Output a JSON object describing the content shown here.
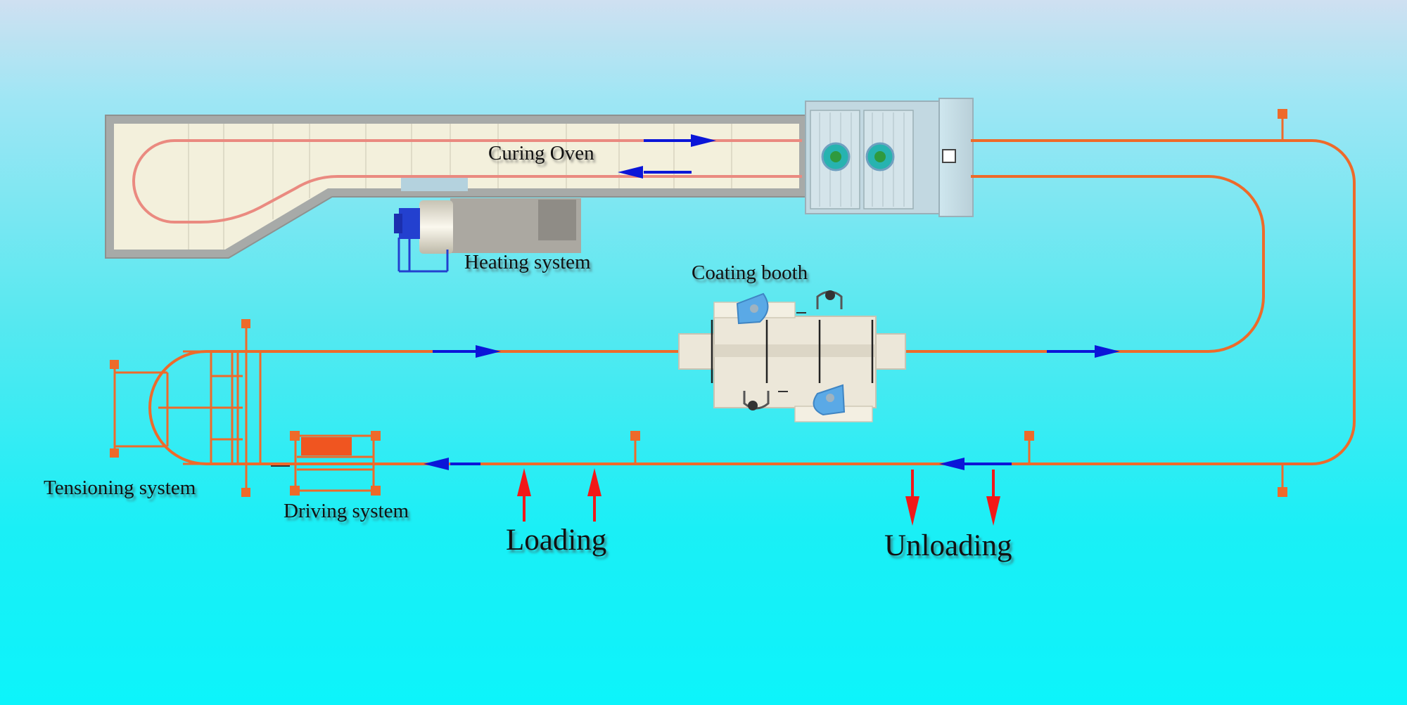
{
  "labels": {
    "curing_oven": "Curing Oven",
    "heating_system": "Heating system",
    "coating_booth": "Coating booth",
    "tensioning_system": "Tensioning system",
    "driving_system": "Driving system",
    "loading": "Loading",
    "unloading": "Unloading"
  },
  "colors": {
    "conveyor": "#ee6a2a",
    "direction_arrow": "#0b16d8",
    "load_arrow": "#f21818",
    "oven_wall": "#a7aaa8",
    "oven_floor": "#f3f0dc",
    "fan": "#27b3b0"
  }
}
